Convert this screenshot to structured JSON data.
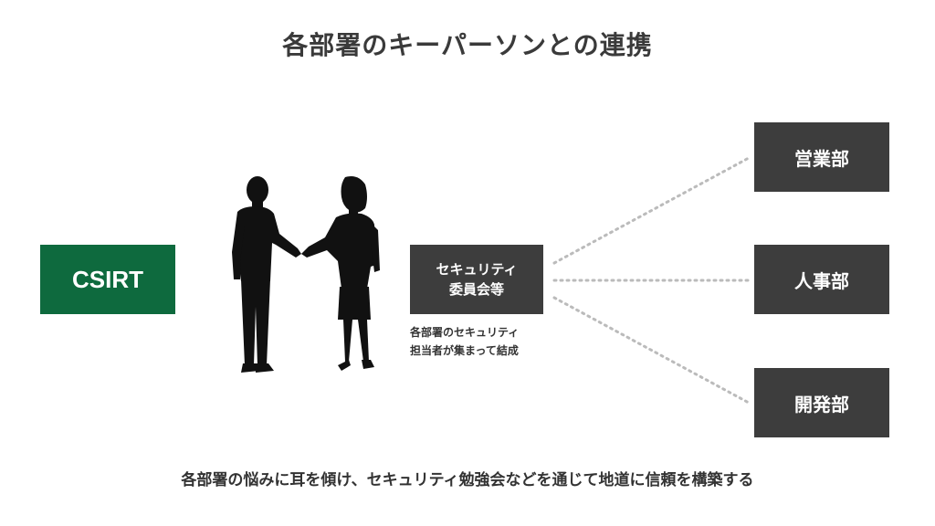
{
  "title": "各部署のキーパーソンとの連携",
  "csirt": {
    "label": "CSIRT",
    "color": "#0e6a3e"
  },
  "figures": {
    "icon": "handshake-silhouette-icon"
  },
  "committee": {
    "line1": "セキュリティ",
    "line2": "委員会等",
    "note_line1": "各部署のセキュリティ",
    "note_line2": "担当者が集まって結成"
  },
  "departments": [
    {
      "label": "営業部"
    },
    {
      "label": "人事部"
    },
    {
      "label": "開発部"
    }
  ],
  "caption": "各部署の悩みに耳を傾け、セキュリティ勉強会などを通じて地道に信頼を構築する",
  "colors": {
    "box_dark": "#3d3d3d",
    "text_dark": "#333333",
    "link_dots": "#bbbbbb"
  }
}
